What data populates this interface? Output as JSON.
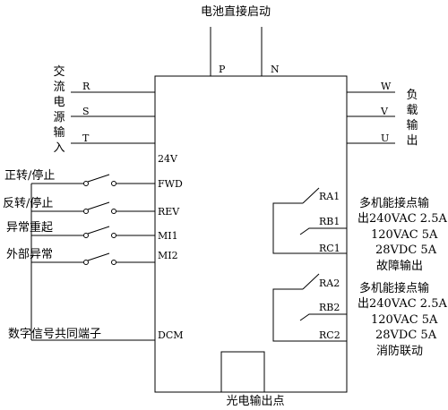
{
  "top": {
    "battery_label": "电池直接启动",
    "pins": [
      "P",
      "N"
    ]
  },
  "ac_input": {
    "label_chars": [
      "交",
      "流",
      "电",
      "源",
      "输",
      "入"
    ],
    "pins": [
      "R",
      "S",
      "T"
    ]
  },
  "load_output": {
    "label_chars": [
      "负",
      "载",
      "输",
      "出"
    ],
    "pins": [
      "W",
      "V",
      "U"
    ]
  },
  "inputs": {
    "supply_pin": "24V",
    "items": [
      {
        "label": "正转/停止",
        "pin": "FWD"
      },
      {
        "label": "反转/停止",
        "pin": "REV"
      },
      {
        "label": "异常重起",
        "pin": "MI1"
      },
      {
        "label": "外部异常",
        "pin": "MI2"
      }
    ],
    "common_label": "数字信号共同端子",
    "common_pin": "DCM"
  },
  "relay1": {
    "pins": [
      "RA1",
      "RB1",
      "RC1"
    ],
    "desc_lines": [
      "多机能接点输",
      "出240VAC 2.5A",
      "120VAC 5A",
      "28VDC 5A",
      "故障输出"
    ]
  },
  "relay2": {
    "pins": [
      "RA2",
      "RB2",
      "RC2"
    ],
    "desc_lines": [
      "多机能接点输",
      "出240VAC 2.5A",
      "120VAC 5A",
      "28VDC 5A",
      "消防联动"
    ]
  },
  "bottom": {
    "optocoupler_label": "光电输出点"
  }
}
